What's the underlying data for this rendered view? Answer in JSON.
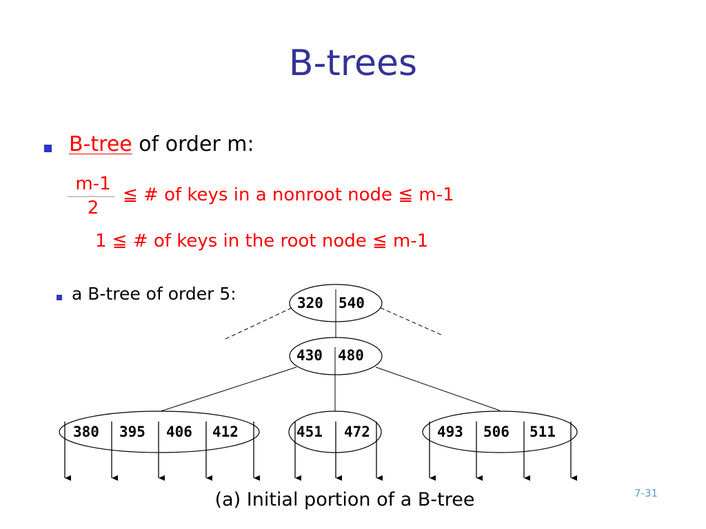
{
  "title": "B-trees",
  "bullet1": {
    "term": "B-tree",
    "rest": " of order m:"
  },
  "fraction": {
    "numerator": "m-1",
    "denominator": "2"
  },
  "inequality_nonroot": "≦ # of keys in a nonroot node ≦ m-1",
  "inequality_root": "1 ≦ # of keys in the root node ≦ m-1",
  "bullet2": "a B-tree of order 5:",
  "tree": {
    "top_node": [
      "320",
      "540"
    ],
    "middle_node": [
      "430",
      "480"
    ],
    "left_leaf": [
      "380",
      "395",
      "406",
      "412"
    ],
    "center_leaf": [
      "451",
      "472"
    ],
    "right_leaf": [
      "493",
      "506",
      "511"
    ]
  },
  "caption": "(a) Initial portion of a B-tree",
  "page_number": "7-31",
  "colors": {
    "title": "#333399",
    "bullet": "#3333cc",
    "emphasis": "#ff0000",
    "page_number": "#6699cc"
  }
}
